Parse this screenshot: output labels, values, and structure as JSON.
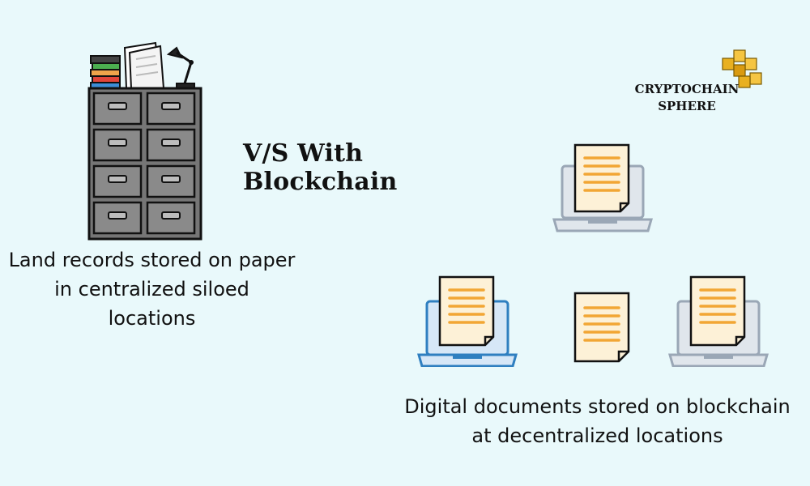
{
  "title": "V/S With Blockchain",
  "left_caption": "Land records stored on paper in centralized siloed locations",
  "right_caption": "Digital documents stored on blockchain at decentralized locations",
  "brand": {
    "line1": "CRYPTOCHAIN",
    "line2": "SPHERE",
    "icon": "gold-cubes-icon"
  },
  "icons": {
    "cabinet": "filing-cabinet-icon",
    "books": "books-stack-icon",
    "papers": "paper-stack-icon",
    "lamp": "desk-lamp-icon",
    "laptop": "laptop-document-icon",
    "document": "document-icon"
  },
  "colors": {
    "background": "#e9f9fb",
    "cabinet": "#767676",
    "document": "#fdf1d7",
    "document_lines": "#f2a634",
    "laptop_blue": "#2f7fc0",
    "laptop_gray": "#9aa7b6",
    "gold": "#f5c542"
  }
}
